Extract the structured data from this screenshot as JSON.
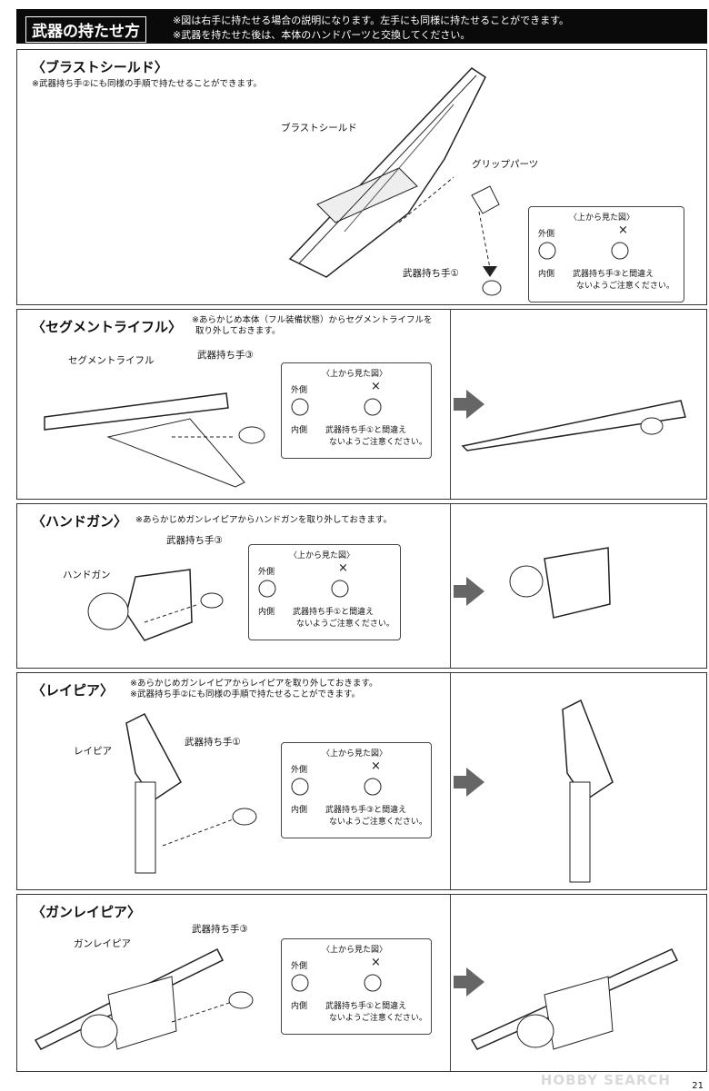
{
  "header": {
    "title": "武器の持たせ方",
    "note1": "※図は右手に持たせる場合の説明になります。左手にも同様に持たせることができます。",
    "note2": "※武器を持たせた後は、本体のハンドパーツと交換してください。"
  },
  "top_view_box": {
    "title": "〈上から見た図〉",
    "outside": "外側",
    "inside": "内側",
    "cross": "×",
    "warning_line2": "ないようご注意ください。"
  },
  "sections": [
    {
      "title": "〈ブラストシールド〉",
      "note1": "※武器持ち手②にも同様の手順で持たせることができます。",
      "note2": "",
      "weapon_label": "ブラストシールド",
      "hand_label": "武器持ち手①",
      "extra_label": "グリップパーツ",
      "warning_line1": "武器持ち手③と間違え"
    },
    {
      "title": "〈セグメントライフル〉",
      "note1": "※あらかじめ本体（フル装備状態）からセグメントライフルを",
      "note2": "取り外しておきます。",
      "weapon_label": "セグメントライフル",
      "hand_label": "武器持ち手③",
      "warning_line1": "武器持ち手①と間違え"
    },
    {
      "title": "〈ハンドガン〉",
      "note1": "※あらかじめガンレイピアからハンドガンを取り外しておきます。",
      "note2": "",
      "weapon_label": "ハンドガン",
      "hand_label": "武器持ち手③",
      "warning_line1": "武器持ち手①と間違え"
    },
    {
      "title": "〈レイピア〉",
      "note1": "※あらかじめガンレイピアからレイピアを取り外しておきます。",
      "note2": "※武器持ち手②にも同様の手順で持たせることができます。",
      "weapon_label": "レイピア",
      "hand_label": "武器持ち手①",
      "warning_line1": "武器持ち手③と間違え"
    },
    {
      "title": "〈ガンレイピア〉",
      "note1": "",
      "note2": "",
      "weapon_label": "ガンレイピア",
      "hand_label": "武器持ち手③",
      "warning_line1": "武器持ち手①と間違え"
    }
  ],
  "footer": {
    "logo": "HOBBY SEARCH",
    "page_number": "21"
  }
}
